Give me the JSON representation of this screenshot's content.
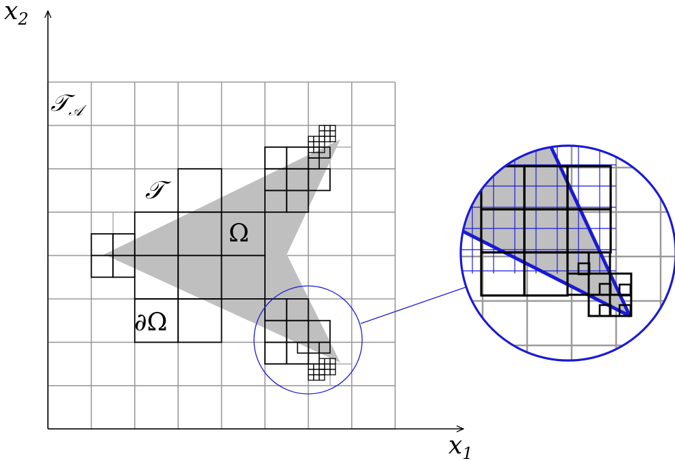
{
  "diagram": {
    "axis_x_label": "x",
    "axis_x_subscript": "1",
    "axis_y_label": "x",
    "axis_y_subscript": "2",
    "label_background_mesh": "𝒯",
    "label_background_mesh_subscript": "𝒜",
    "label_active_mesh": "𝒯",
    "label_domain": "Ω",
    "label_boundary": "∂Ω"
  },
  "colors": {
    "domain_fill": "#bfbfbf",
    "background_grid": "#9a9a9a",
    "active_cells": "#000000",
    "zoom_accent": "#1a1ad6"
  }
}
